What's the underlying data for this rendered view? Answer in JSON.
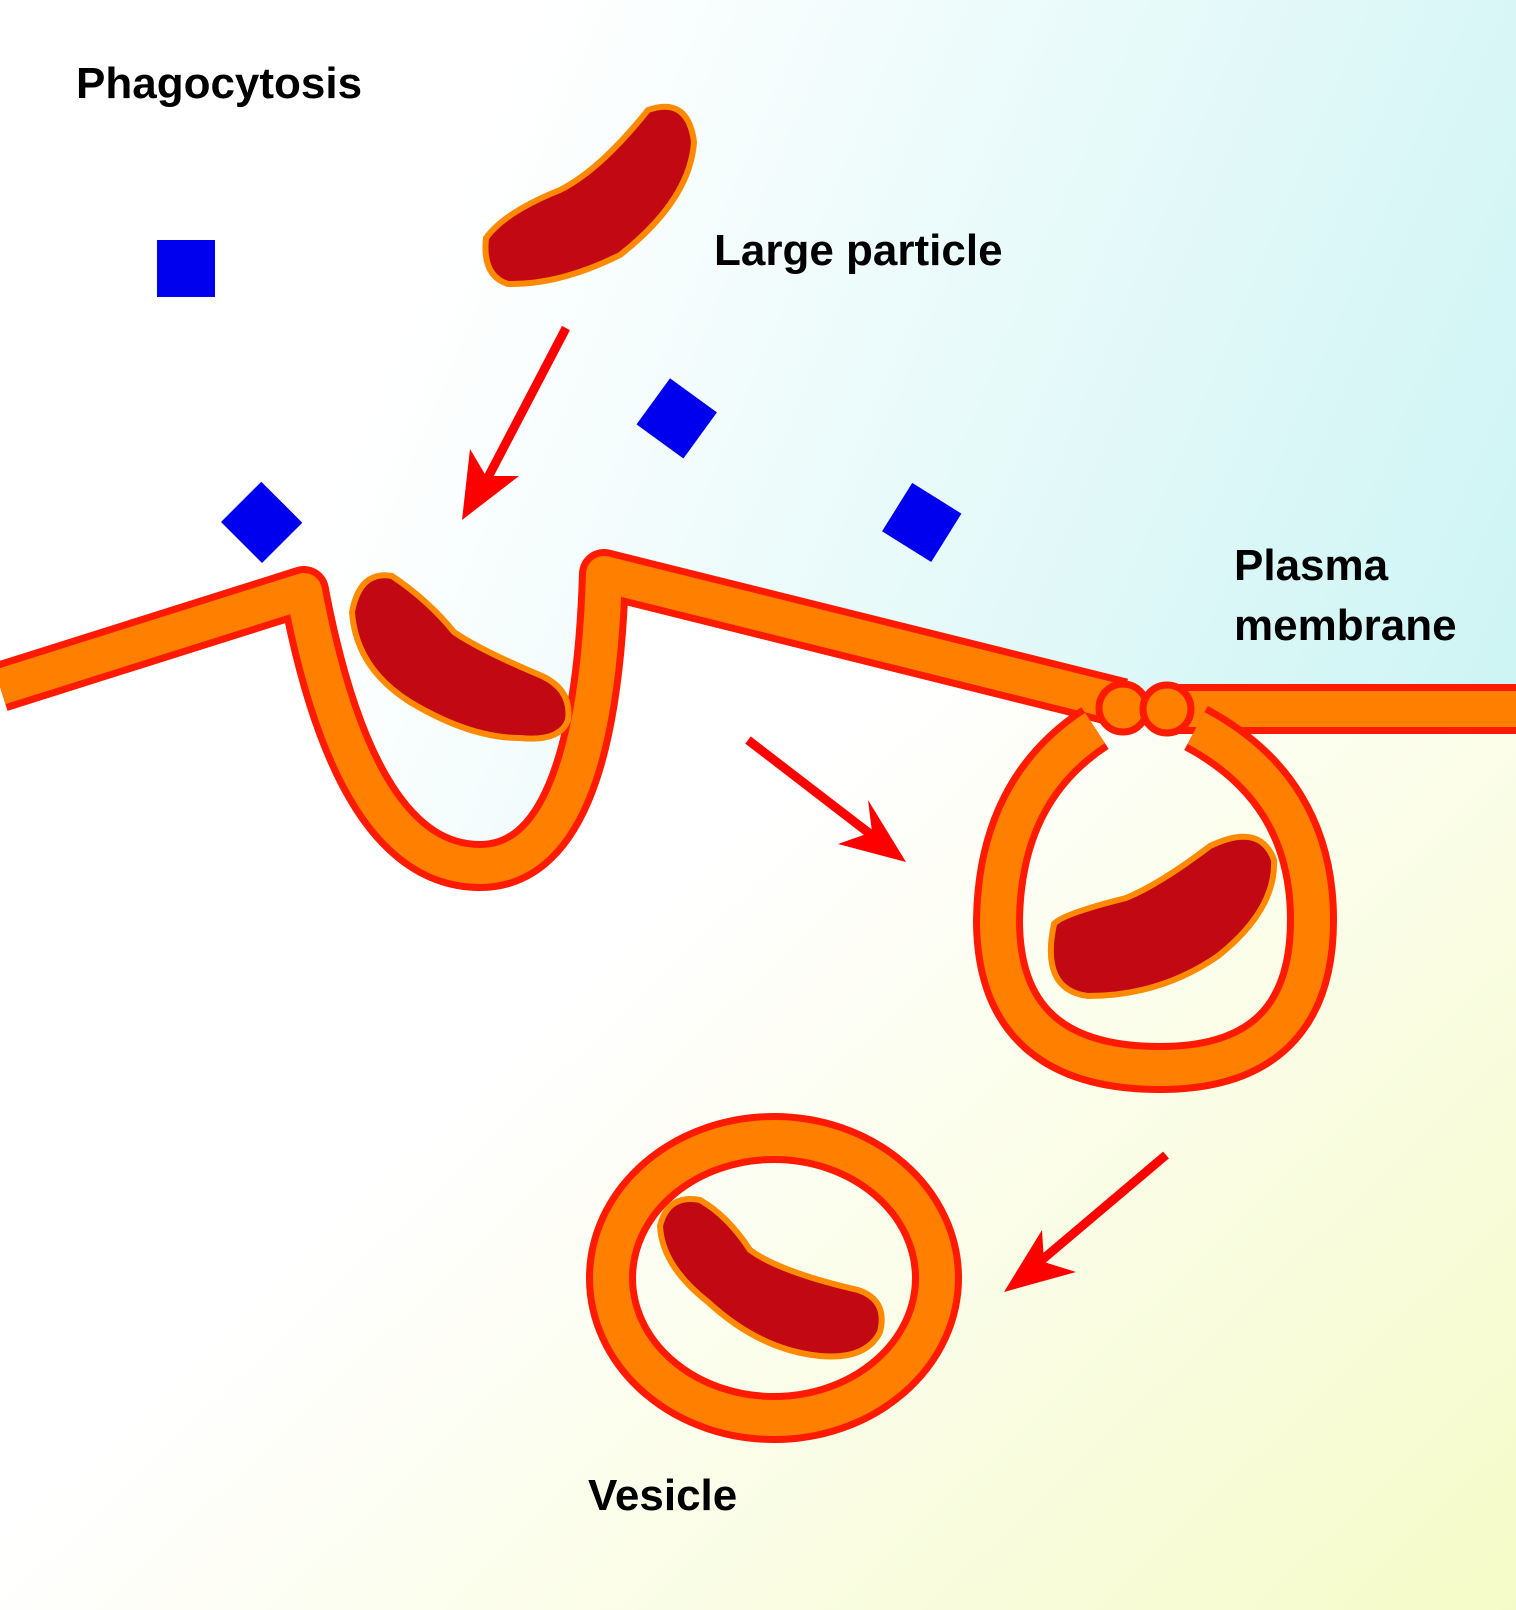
{
  "title": "Phagocytosis",
  "labels": {
    "large_particle": "Large particle",
    "plasma_membrane_line1": "Plasma",
    "plasma_membrane_line2": "membrane",
    "vesicle": "Vesicle"
  },
  "colors": {
    "background_light": "#ffffff",
    "background_cyan": "#cdf4f4",
    "background_yellow": "#f5fbc8",
    "membrane_fill": "#ff7f00",
    "membrane_outline": "#ff1a00",
    "particle_fill": "#c20812",
    "particle_outline": "#ff8a00",
    "molecule": "#0000ee",
    "arrow": "#ff0000",
    "text": "#000000"
  }
}
